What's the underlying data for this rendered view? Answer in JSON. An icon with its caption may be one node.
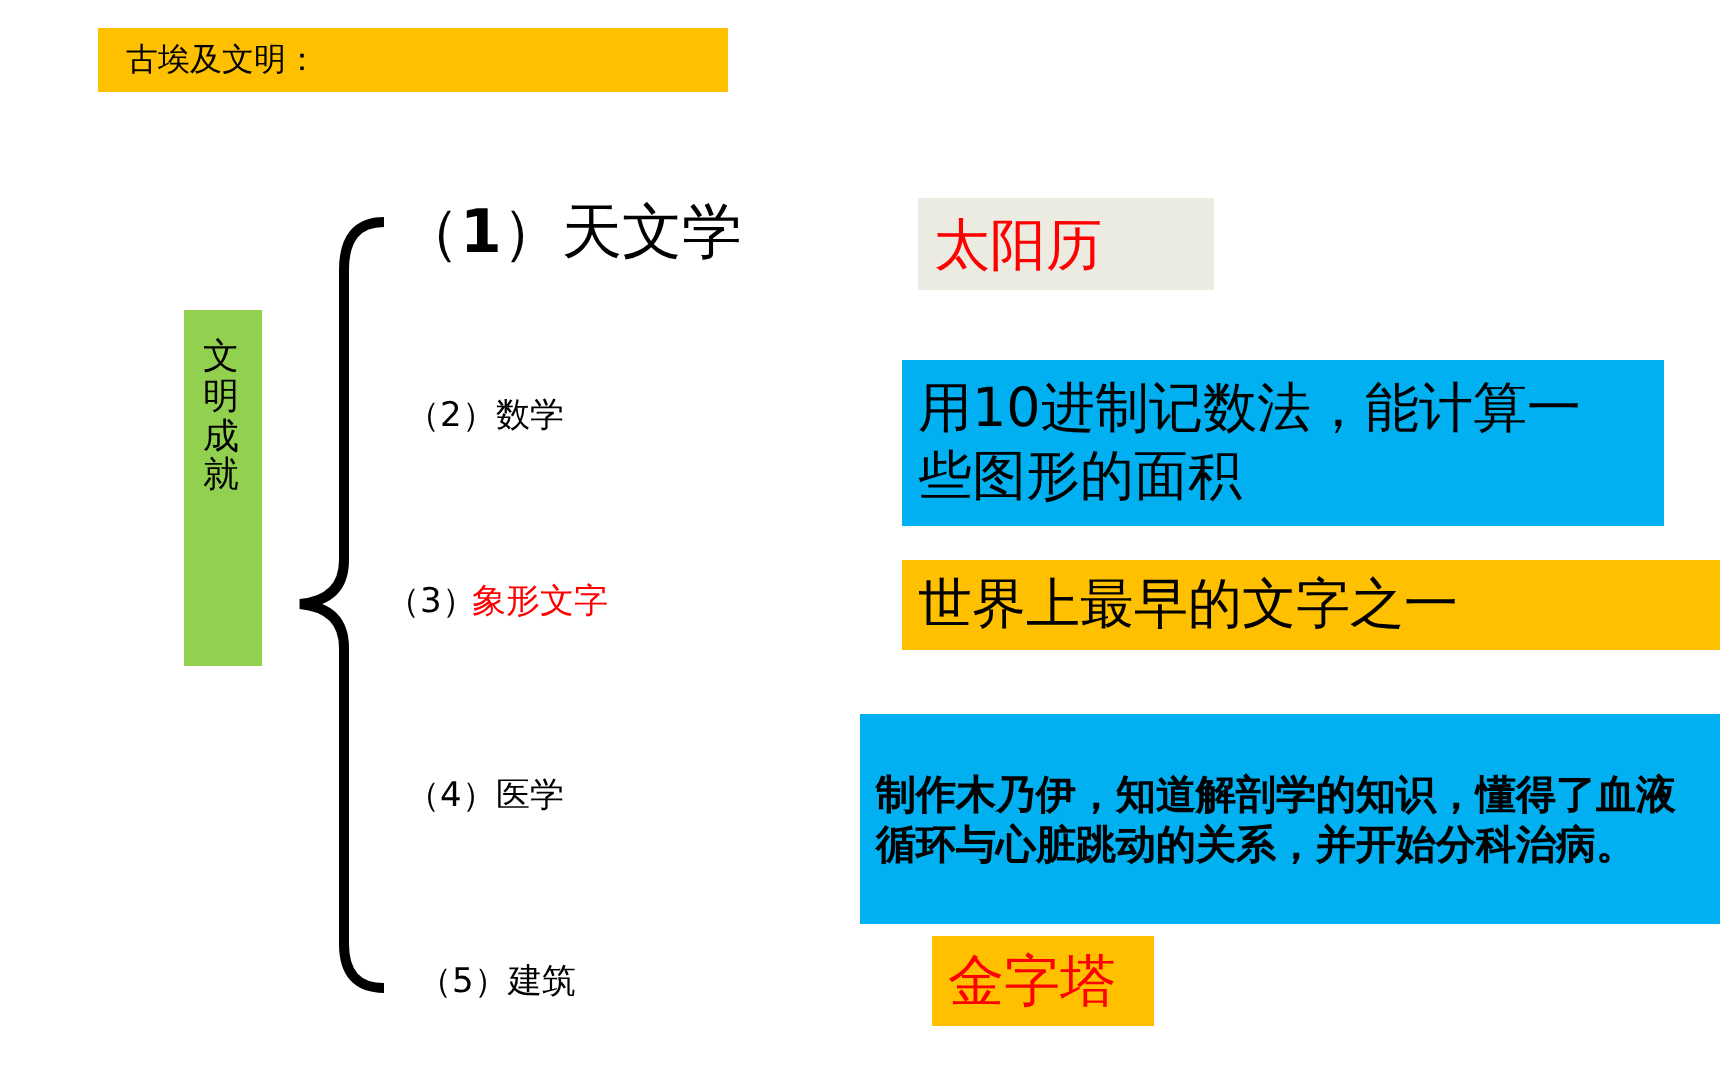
{
  "diagram": {
    "title": "古埃及文明：",
    "nodes": [
      {
        "text": [
          "文明成就"
        ]
      },
      {
        "text": [
          "太阳历"
        ]
      },
      {
        "text": [
          "用10进制记数法，能计算一些图形的面积"
        ]
      },
      {
        "text": [
          "世界上最早的文字之一"
        ]
      },
      {
        "text": [
          "制作木乃伊，知道解剖学的知识，懂得了血液循环与心脏跳动的关系，并开始分科治病。"
        ]
      },
      {
        "text": [
          "金字塔"
        ]
      }
    ],
    "labels": [
      "（**1**）天文学",
      "（2）数学",
      "（3）",
      "象形文字",
      "（4）医学",
      "（5）建筑"
    ]
  }
}
